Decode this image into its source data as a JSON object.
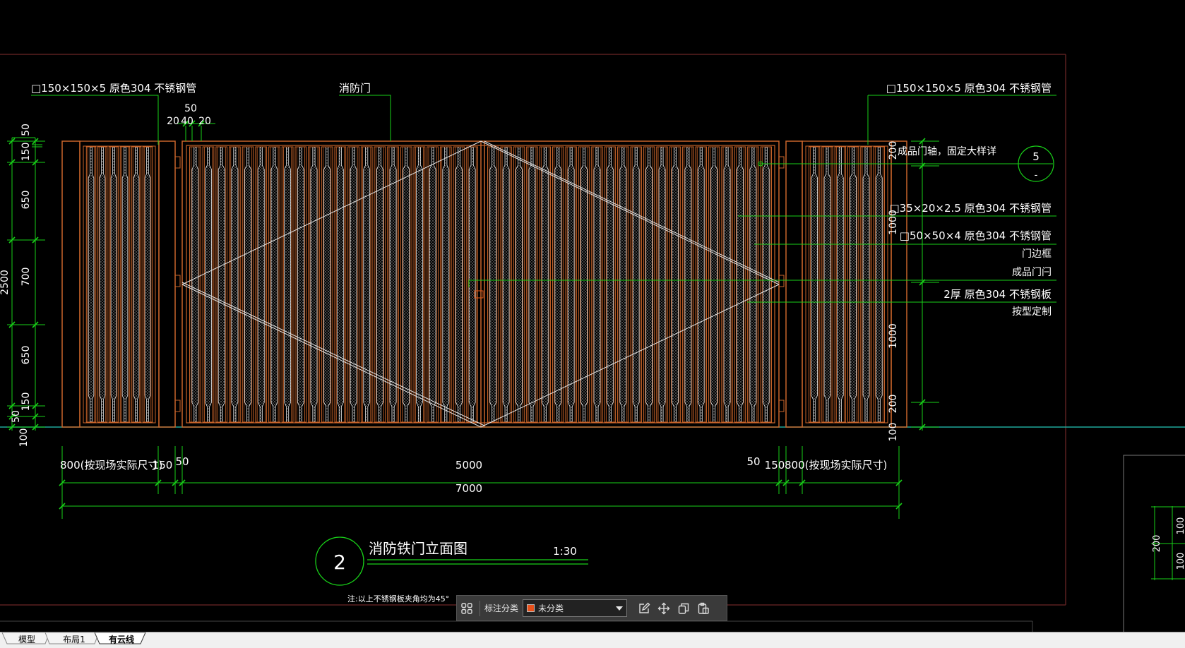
{
  "drawing": {
    "callouts": {
      "post_left": "□150×150×5 原色304 不锈钢管",
      "fire_door": "消防门",
      "post_right": "□150×150×5 原色304 不锈钢管",
      "hinge": "成品门轴，固定大样详",
      "tube_35": "□35×20×2.5 原色304 不锈钢管",
      "tube_50": "□50×50×4 原色304 不锈钢管",
      "door_frame": "门边框",
      "door_bolt": "成品门闩",
      "plate": "2厚 原色304 不锈钢板",
      "custom": "按型定制"
    },
    "detail_bubble": {
      "number": "5",
      "sheet": "-"
    },
    "top_dims": {
      "d50": "50",
      "d20a": "20",
      "d40": "40",
      "d20b": "20"
    },
    "left_dims": [
      "50",
      "150",
      "650",
      "700",
      "650",
      "150",
      "50",
      "100"
    ],
    "left_total": "2500",
    "right_dims": [
      "200",
      "1000",
      "1000",
      "200",
      "100"
    ],
    "bottom_dims": {
      "left_800": "800(按现场实际尺寸)",
      "left_150": "150",
      "left_50": "50",
      "middle": "5000",
      "right_50": "50",
      "right_150": "150",
      "right_800": "800(按现场实际尺寸)",
      "total": "7000"
    },
    "title": {
      "number": "2",
      "text": "消防铁门立面图",
      "scale": "1:30"
    },
    "note": "注:以上不锈钢板夹角均为45°",
    "side_dims": [
      "100",
      "200",
      "100"
    ]
  },
  "toolbar": {
    "label": "标注分类",
    "category_value": "未分类",
    "category_color": "#e8501a",
    "icons": [
      "grid-icon",
      "edit-icon",
      "move-icon",
      "copy-icon",
      "paste-icon"
    ]
  },
  "tabs": [
    "模型",
    "布局1",
    "有云线"
  ],
  "colors": {
    "background": "#000000",
    "gate": "#c8642a",
    "dimension": "#18d018",
    "text": "#ffffff",
    "border": "#5a2020"
  }
}
